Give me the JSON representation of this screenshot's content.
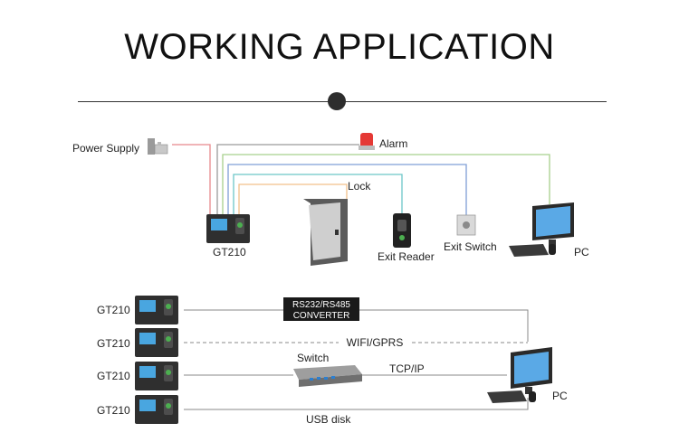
{
  "header": {
    "title": "WORKING APPLICATION"
  },
  "top_diagram": {
    "power_supply": "Power Supply",
    "alarm": "Alarm",
    "lock": "Lock",
    "device": "GT210",
    "exit_reader": "Exit Reader",
    "exit_switch": "Exit Switch",
    "pc": "PC"
  },
  "bottom_diagram": {
    "devices": [
      "GT210",
      "GT210",
      "GT210",
      "GT210"
    ],
    "converter_line1": "RS232/RS485",
    "converter_line2": "CONVERTER",
    "wifi": "WIFI/GPRS",
    "switch": "Switch",
    "tcpip": "TCP/IP",
    "usb": "USB disk",
    "pc": "PC"
  },
  "colors": {
    "power": "#e8888c",
    "alarm": "#9a9a9a",
    "green": "#a8d08d",
    "blue": "#7f9fd6",
    "teal": "#6cc6c8",
    "orange": "#f2c08a",
    "device": "#2f2f2f"
  }
}
